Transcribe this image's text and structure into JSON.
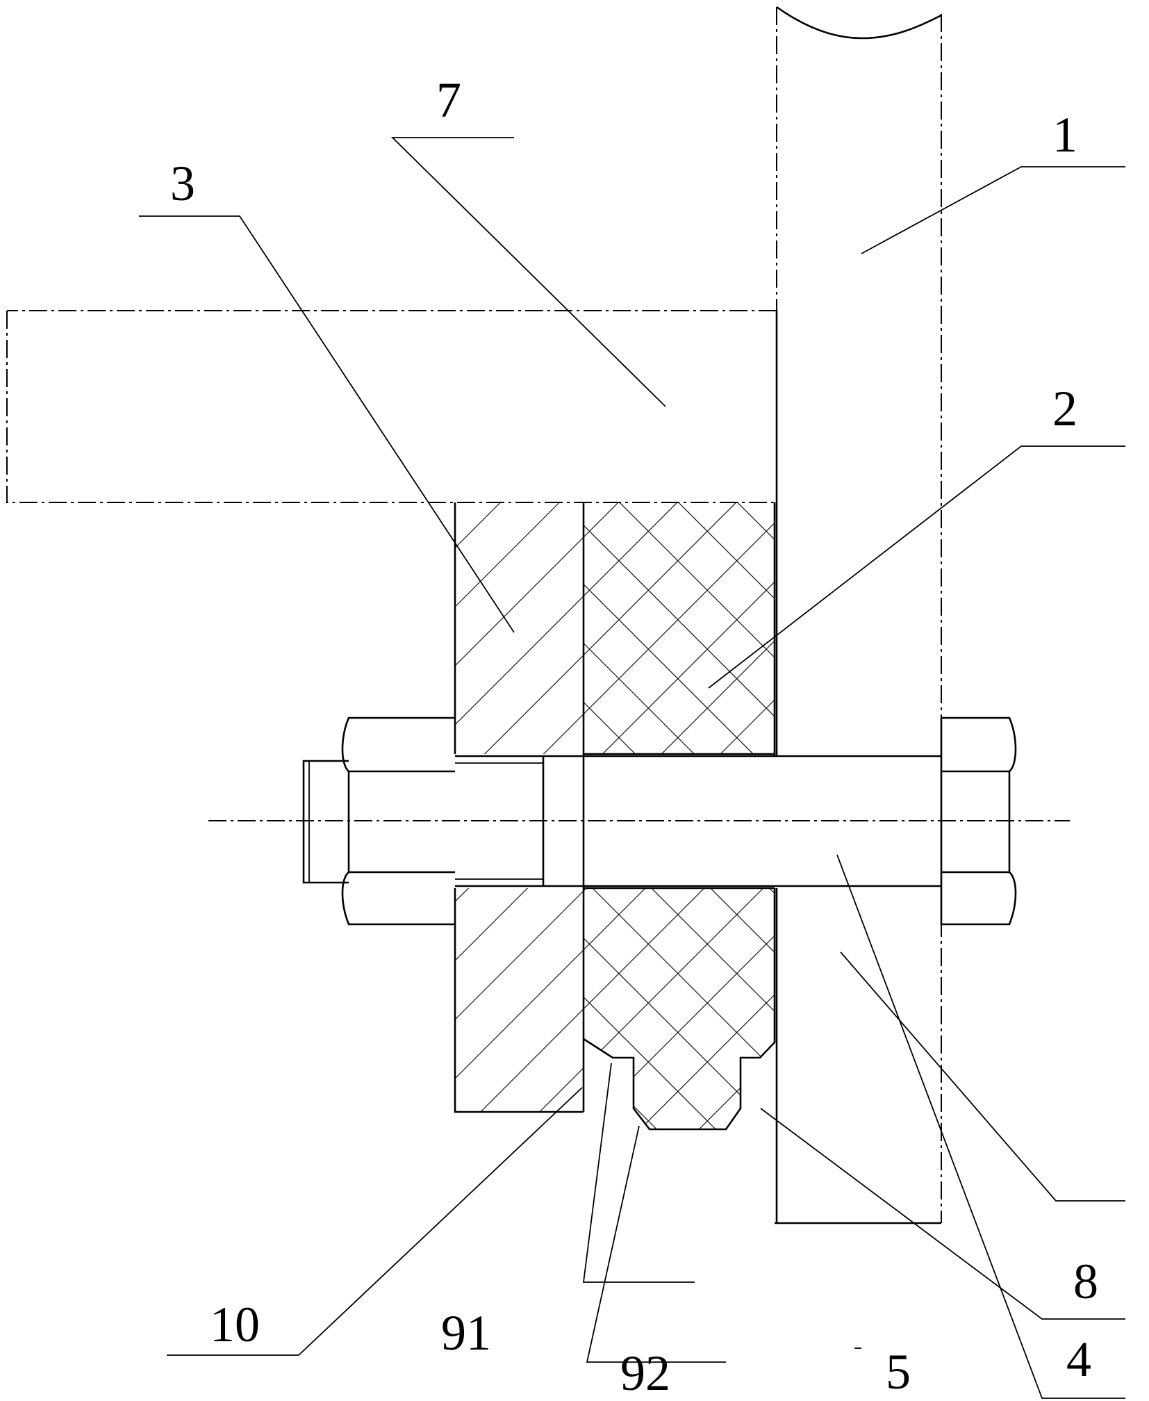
{
  "labels": {
    "l1": "1",
    "l2": "2",
    "l3": "3",
    "l4": "4",
    "l5": "5",
    "l7": "7",
    "l8": "8",
    "l10": "10",
    "l91": "91",
    "l92": "92"
  },
  "colors": {
    "line": "#000000",
    "background": "#ffffff"
  }
}
